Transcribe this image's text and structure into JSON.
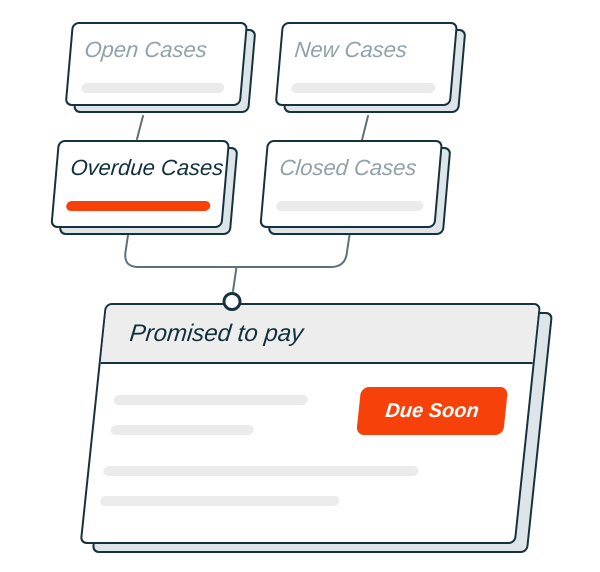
{
  "illustration": {
    "case_cards": [
      {
        "id": "open",
        "label": "Open Cases",
        "state": "inactive"
      },
      {
        "id": "new",
        "label": "New Cases",
        "state": "inactive"
      },
      {
        "id": "overdue",
        "label": "Overdue Cases",
        "state": "active"
      },
      {
        "id": "closed",
        "label": "Closed Cases",
        "state": "inactive"
      }
    ],
    "detail_card": {
      "title": "Promised to pay",
      "badge_label": "Due Soon",
      "skeleton_line_count": 4
    },
    "colors": {
      "accent": "#F6420A",
      "outline": "#16323E",
      "muted_text": "#91A1AB",
      "dark_text": "#10303D",
      "header_bg": "#EDEDED",
      "skeleton": "#EBEBEB",
      "slab": "#DEE5E8",
      "connector": "#5F7078"
    }
  }
}
